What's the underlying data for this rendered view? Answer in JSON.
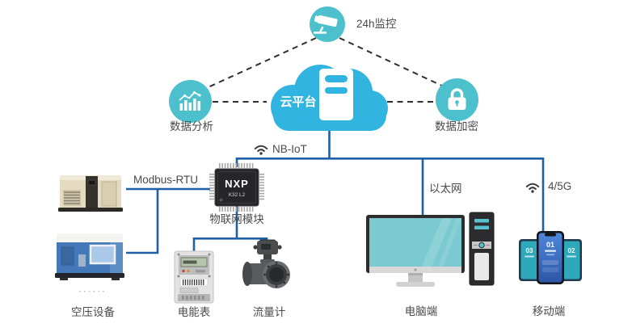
{
  "colors": {
    "node_teal": "#4cc0cd",
    "cloud_blue": "#31b5e0",
    "line_blue": "#1f5fa8",
    "dashed_dark": "#2e2e2e",
    "label_gray": "#4a4a4a"
  },
  "nodes": {
    "camera": {
      "label": "24h监控"
    },
    "analysis": {
      "label": "数据分析"
    },
    "cloud": {
      "label": "云平台"
    },
    "encryption": {
      "label": "数据加密"
    },
    "iot_module": {
      "label": "物联网模块",
      "chip_brand": "NXP",
      "chip_model": "K32 L2"
    },
    "compressor": {
      "label": "空压设备",
      "ellipsis": "······"
    },
    "energy_meter": {
      "label": "电能表"
    },
    "flow_meter": {
      "label": "流量计"
    },
    "pc": {
      "label": "电脑端"
    },
    "mobile": {
      "label": "移动端",
      "phone1": "01",
      "phone2": "02",
      "phone3": "03"
    }
  },
  "links": {
    "nb_iot": "NB-IoT",
    "modbus": "Modbus-RTU",
    "ethernet": "以太网",
    "cellular": "4/5G"
  }
}
